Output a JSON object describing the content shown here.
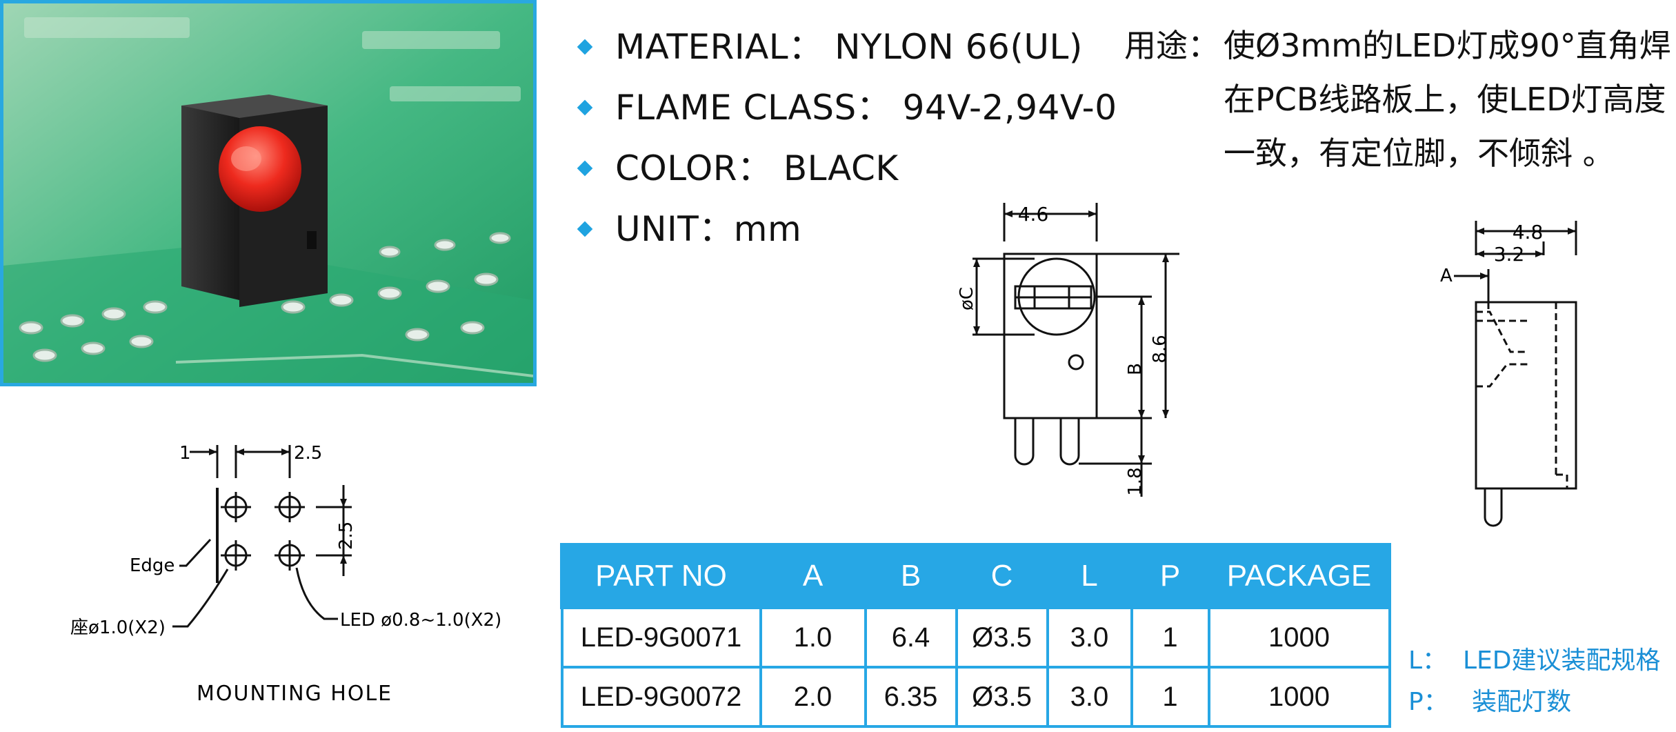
{
  "specs": [
    {
      "label": "MATERIAL",
      "sep": "：",
      "value": "NYLON 66(UL)"
    },
    {
      "label": "FLAME CLASS",
      "sep": "：",
      "value": "94V-2,94V-0"
    },
    {
      "label": "COLOR",
      "sep": "：",
      "value": "BLACK"
    },
    {
      "label": "UNIT",
      "sep": "：",
      "value": "mm"
    }
  ],
  "usage": {
    "label": "用途：",
    "lines": [
      "使Ø3mm的LED灯成90°直角焊",
      "在PCB线路板上，使LED灯高度",
      "一致，有定位脚，不倾斜 。"
    ]
  },
  "front_view": {
    "dim_width": "4.6",
    "dim_diameter": "øC",
    "dim_b": "B",
    "dim_height": "8.6",
    "dim_pin": "1.8"
  },
  "side_view": {
    "dim_width": "4.8",
    "dim_offset": "3.2",
    "dim_a": "A"
  },
  "mounting": {
    "dim_1": "1",
    "dim_top": "2.5",
    "dim_side": "2.5",
    "edge_label": "Edge",
    "seat_label": "座ø1.0(X2)",
    "led_label": "LED  ø0.8~1.0(X2)",
    "title": "MOUNTING HOLE"
  },
  "table": {
    "headers": [
      "PART NO",
      "A",
      "B",
      "C",
      "L",
      "P",
      "PACKAGE"
    ],
    "rows": [
      [
        "LED-9G0071",
        "1.0",
        "6.4",
        "Ø3.5",
        "3.0",
        "1",
        "1000"
      ],
      [
        "LED-9G0072",
        "2.0",
        "6.35",
        "Ø3.5",
        "3.0",
        "1",
        "1000"
      ]
    ]
  },
  "legend": [
    {
      "key": "L：",
      "text": "LED建议装配规格"
    },
    {
      "key": "P：",
      "text": "装配灯数"
    }
  ],
  "colors": {
    "accent": "#27a7e5",
    "pcb": "#2fae7a",
    "led": "#e8241c",
    "holder": "#262626"
  }
}
